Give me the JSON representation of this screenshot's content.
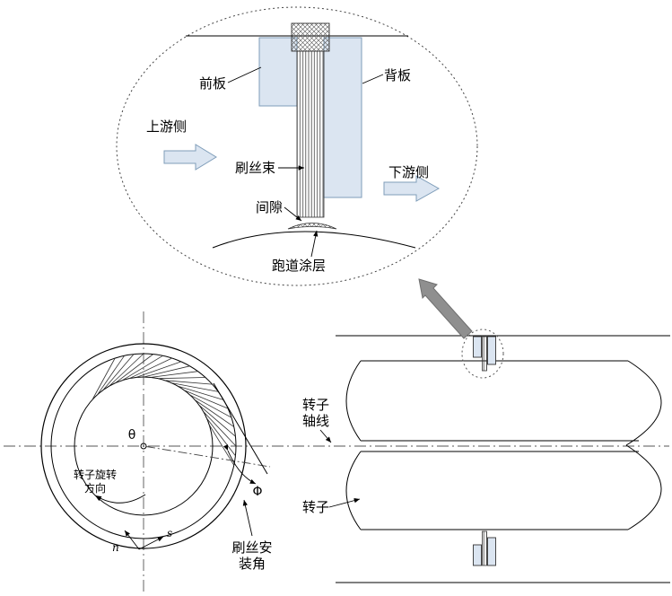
{
  "colors": {
    "plate_fill": "#dbe5f1",
    "plate_stroke": "#7f9db9",
    "flow_arrow_fill": "#dbe5f1",
    "callout_arrow_fill": "#8f8f8f",
    "line_color": "#000000"
  },
  "detail_view": {
    "front_plate_label": "前板",
    "back_plate_label": "背板",
    "upstream_label": "上游侧",
    "bristle_bundle_label": "刷丝束",
    "downstream_label": "下游侧",
    "clearance_label": "间隙",
    "runway_coating_label": "跑道涂层"
  },
  "front_view": {
    "theta_label": "θ",
    "rotation_direction_line1": "转子旋转",
    "rotation_direction_line2": "方向",
    "phi_label": "Φ",
    "s_label": "s",
    "n_label": "n",
    "install_angle_line1": "刷丝安",
    "install_angle_line2": "装角"
  },
  "side_view": {
    "rotor_axis_line1": "转子",
    "rotor_axis_line2": "轴线",
    "rotor_label": "转子"
  }
}
